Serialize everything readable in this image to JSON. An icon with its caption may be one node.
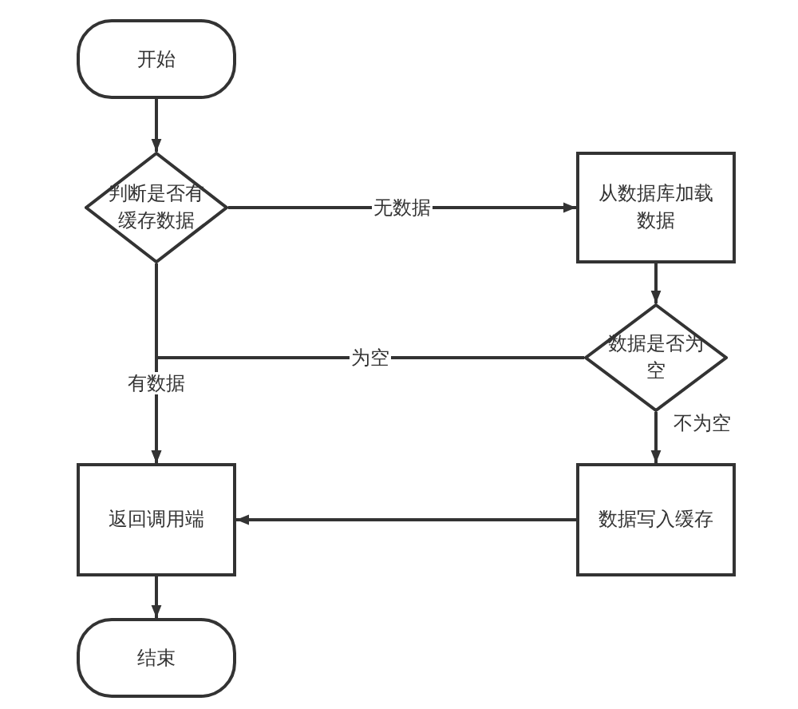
{
  "diagram": {
    "nodes": [
      {
        "text": [
          "开始"
        ]
      },
      {
        "text": [
          "判断是否有缓存数据"
        ]
      },
      {
        "text": [
          "从数据库加载数据"
        ]
      },
      {
        "text": [
          "数据是否为空"
        ]
      },
      {
        "text": [
          "返回调用端"
        ]
      },
      {
        "text": [
          "数据写入缓存"
        ]
      },
      {
        "text": [
          "结束"
        ]
      }
    ],
    "edges": [
      {
        "from": 0,
        "to": 1,
        "arrow": "to"
      },
      {
        "from": 1,
        "to": 2,
        "arrow": "to",
        "label": "无数据"
      },
      {
        "from": 2,
        "to": 3,
        "arrow": "to"
      },
      {
        "from": 1,
        "to": 4,
        "arrow": "to",
        "label": "有数据"
      },
      {
        "from": 3,
        "to": 4,
        "arrow": "to",
        "label": "为空"
      },
      {
        "from": 3,
        "to": 5,
        "arrow": "to",
        "label": "不为空"
      },
      {
        "from": 5,
        "to": 4,
        "arrow": "to"
      },
      {
        "from": 4,
        "to": 6,
        "arrow": "to"
      }
    ]
  }
}
